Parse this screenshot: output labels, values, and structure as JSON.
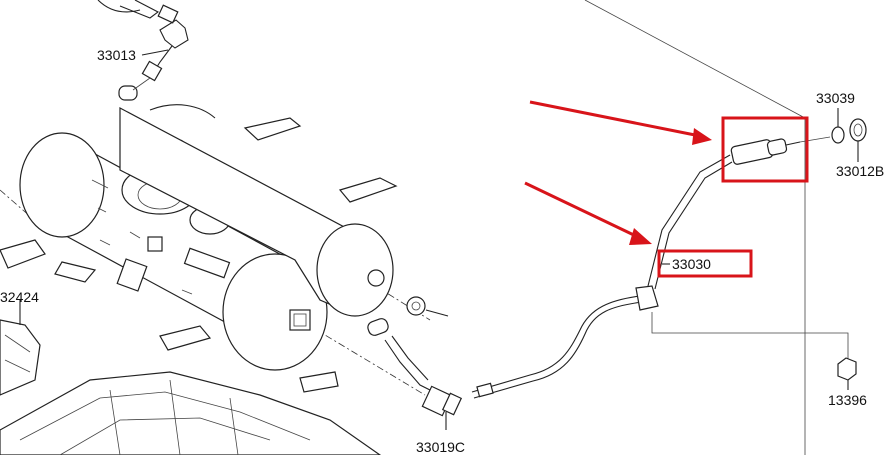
{
  "part_numbers": {
    "p33013": "33013",
    "p32424": "32424",
    "p33019C": "33019C",
    "p33030": "33030",
    "p33039": "33039",
    "p33012B": "33012B",
    "p13396": "13396"
  },
  "annotation": {
    "highlight_color": "#d8141a"
  }
}
